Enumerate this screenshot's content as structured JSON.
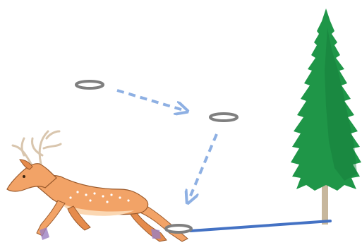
{
  "scene": {
    "background": "#ffffff",
    "colors": {
      "ring_stroke": "#7f7f7f",
      "ring_fill": "#ffffff",
      "arrow": "#8eb0e3",
      "rope": "#4472c4",
      "tree_foliage": "#1f9648",
      "tree_foliage_dark": "#137a39",
      "tree_trunk": "#c7b79d",
      "deer_body": "#f2a367",
      "deer_body_light": "#fbd7b2",
      "deer_outline": "#9a5a2c",
      "deer_spots": "#ffffff",
      "deer_legs_shadow": "#9b7fc2",
      "antler": "#d9c6ae"
    },
    "objects": [
      {
        "kind": "ring",
        "label": "ring-start"
      },
      {
        "kind": "ring",
        "label": "ring-middle"
      },
      {
        "kind": "ring",
        "label": "ring-end"
      },
      {
        "kind": "dashed-arrow",
        "label": "arrow-first-move"
      },
      {
        "kind": "dashed-arrow",
        "label": "arrow-second-move"
      },
      {
        "kind": "rope",
        "label": "rope-to-tree"
      },
      {
        "kind": "tree",
        "label": "pine-tree"
      },
      {
        "kind": "animal",
        "label": "running-deer"
      }
    ]
  }
}
